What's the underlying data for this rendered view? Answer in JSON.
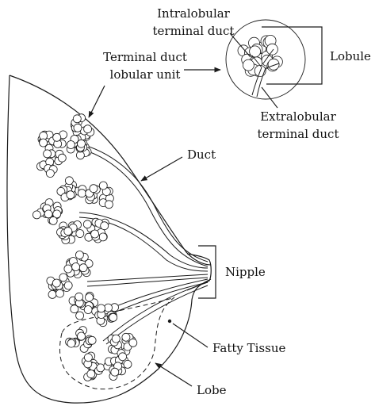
{
  "labels": {
    "intralobular": [
      "Intralobular",
      "terminal duct"
    ],
    "tdlu": [
      "Terminal duct",
      "lobular unit"
    ],
    "lobule": "Lobule",
    "extralobular": [
      "Extralobular",
      "terminal duct"
    ],
    "duct": "Duct",
    "nipple": "Nipple",
    "fatty": "Fatty Tissue",
    "lobe": "Lobe"
  },
  "colors": {
    "ink": "#1a1a1a",
    "fill": "#ffffff"
  }
}
